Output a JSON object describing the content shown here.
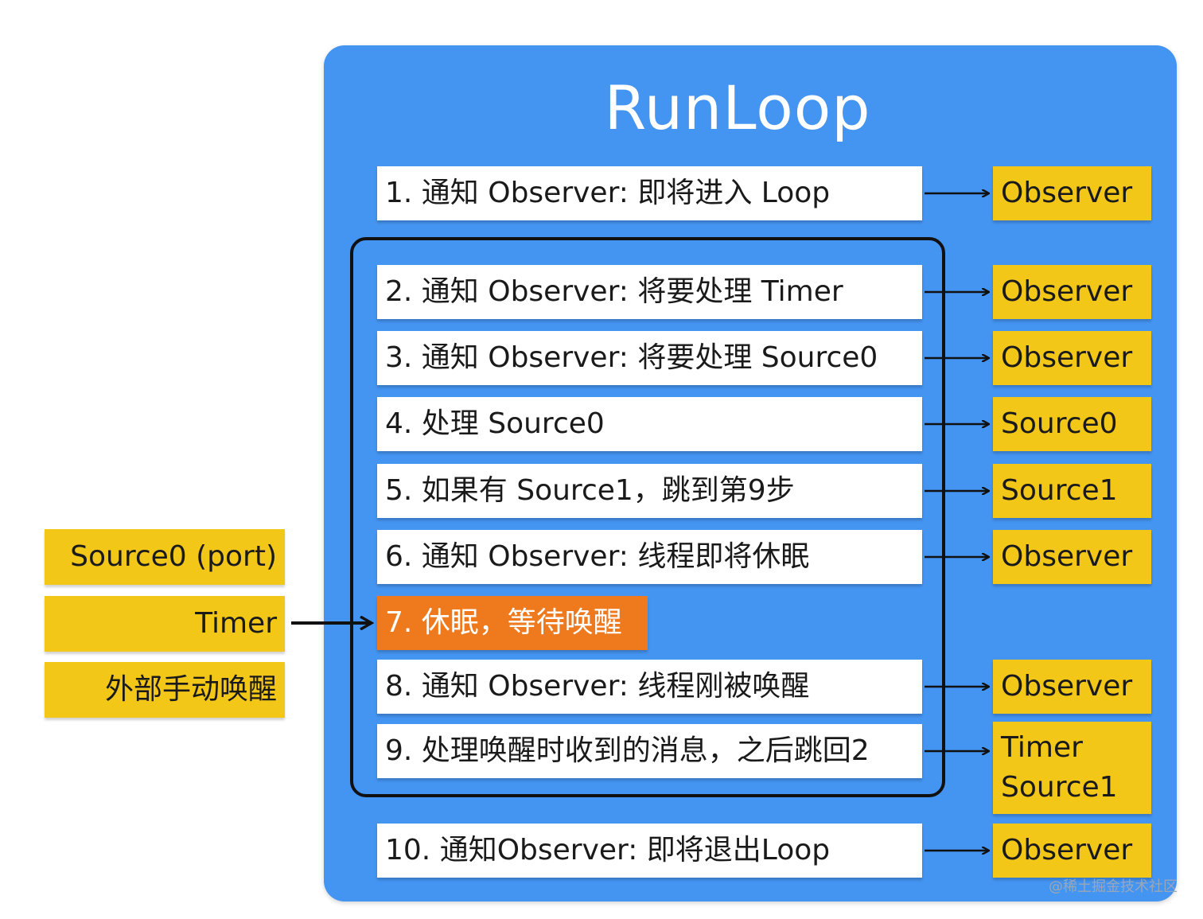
{
  "title": "RunLoop",
  "steps": [
    {
      "label": "1. 通知 Observer: 即将进入 Loop",
      "target": [
        "Observer"
      ]
    },
    {
      "label": "2. 通知 Observer: 将要处理 Timer",
      "target": [
        "Observer"
      ]
    },
    {
      "label": "3. 通知 Observer: 将要处理 Source0",
      "target": [
        "Observer"
      ]
    },
    {
      "label": "4. 处理 Source0",
      "target": [
        "Source0"
      ]
    },
    {
      "label": "5. 如果有 Source1，跳到第9步",
      "target": [
        "Source1"
      ]
    },
    {
      "label": "6. 通知 Observer: 线程即将休眠",
      "target": [
        "Observer"
      ]
    },
    {
      "label": "7. 休眠，等待唤醒",
      "target": []
    },
    {
      "label": "8. 通知 Observer: 线程刚被唤醒",
      "target": [
        "Observer"
      ]
    },
    {
      "label": "9. 处理唤醒时收到的消息，之后跳回2",
      "target": [
        "Timer",
        "Source1"
      ]
    },
    {
      "label": "10. 通知Observer: 即将退出Loop",
      "target": [
        "Observer"
      ]
    }
  ],
  "wake_sources": [
    "Source0 (port)",
    "Timer",
    "外部手动唤醒"
  ],
  "watermark": "@稀土掘金技术社区",
  "colors": {
    "runloop_bg": "#4494f1",
    "step_bg": "#ffffff",
    "sleep_step_bg": "#ef7a1e",
    "target_bg": "#f3c718",
    "loop_border": "#111111"
  }
}
